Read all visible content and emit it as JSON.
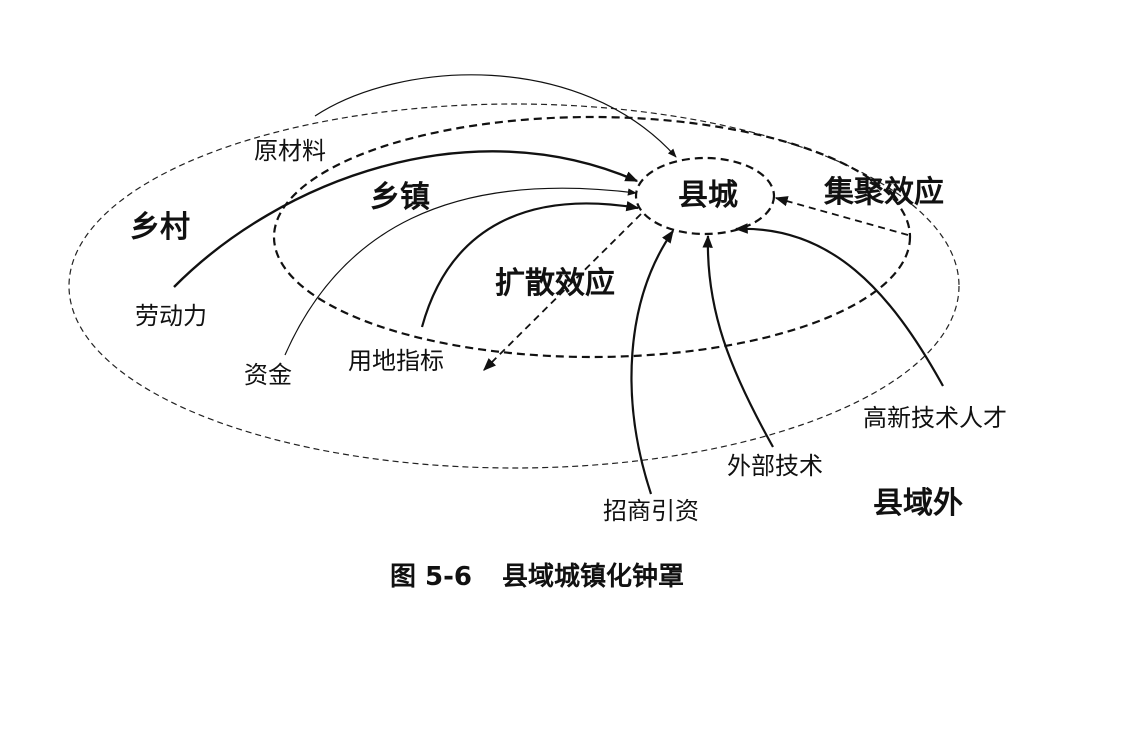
{
  "zones": {
    "inner": "县城",
    "middle": "乡镇",
    "outer": "乡村",
    "outside": "县域外"
  },
  "effects": {
    "agglomeration": "集聚效应",
    "diffusion": "扩散效应"
  },
  "resources": {
    "raw_materials": "原材料",
    "labor": "劳动力",
    "capital": "资金",
    "land_quota": "用地指标",
    "investment": "招商引资",
    "external_tech": "外部技术",
    "high_tech_talent": "高新技术人才"
  },
  "caption": {
    "number": "图 5-6",
    "title": "县域城镇化钟罩"
  }
}
